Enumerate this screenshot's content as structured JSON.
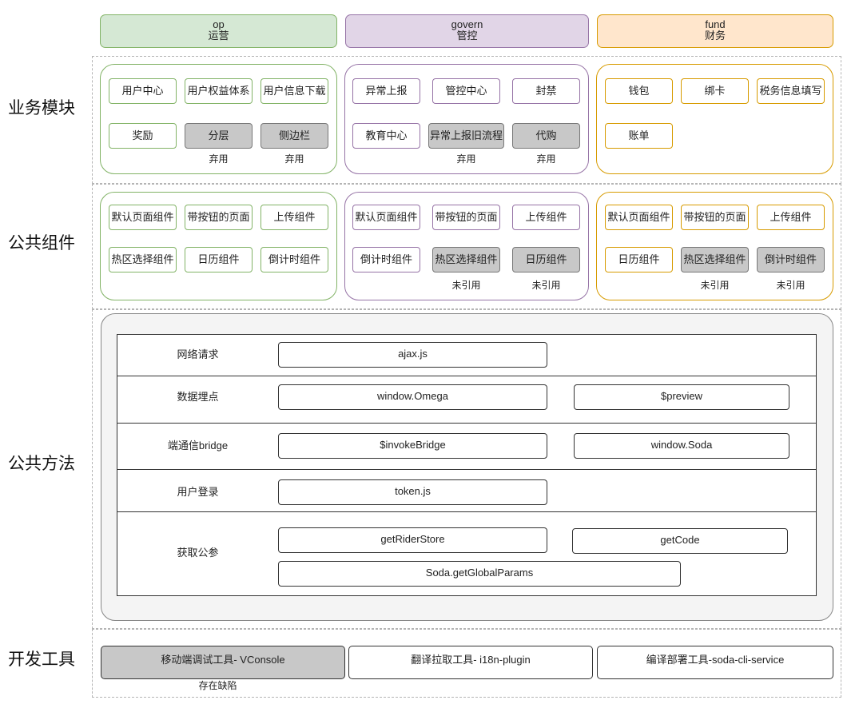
{
  "headers": [
    {
      "en": "op",
      "zh": "运营"
    },
    {
      "en": "govern",
      "zh": "管控"
    },
    {
      "en": "fund",
      "zh": "财务"
    }
  ],
  "row_labels": [
    "业务模块",
    "公共组件",
    "公共方法",
    "开发工具"
  ],
  "business": {
    "op": [
      "用户中心",
      "用户权益体系",
      "用户信息下载",
      "奖励",
      "分层",
      "侧边栏"
    ],
    "govern": [
      "异常上报",
      "管控中心",
      "封禁",
      "教育中心",
      "异常上报旧流程",
      "代购"
    ],
    "fund": [
      "钱包",
      "绑卡",
      "税务信息填写",
      "账单"
    ]
  },
  "components": {
    "op": [
      "默认页面组件",
      "带按钮的页面",
      "上传组件",
      "热区选择组件",
      "日历组件",
      "倒计时组件"
    ],
    "govern": [
      "默认页面组件",
      "带按钮的页面",
      "上传组件",
      "倒计时组件",
      "热区选择组件",
      "日历组件"
    ],
    "fund": [
      "默认页面组件",
      "带按钮的页面",
      "上传组件",
      "日历组件",
      "热区选择组件",
      "倒计时组件"
    ]
  },
  "notes": {
    "deprecated": "弃用",
    "unreferenced": "未引用",
    "defect": "存在缺陷"
  },
  "methods": [
    {
      "label": "网络请求",
      "items": [
        "ajax.js"
      ]
    },
    {
      "label": "数据埋点",
      "items": [
        "window.Omega",
        "$preview"
      ]
    },
    {
      "label": "端通信bridge",
      "items": [
        "$invokeBridge",
        "window.Soda"
      ]
    },
    {
      "label": "用户登录",
      "items": [
        "token.js"
      ]
    },
    {
      "label": "获取公参",
      "items": [
        "getRiderStore",
        "getCode",
        "Soda.getGlobalParams"
      ]
    }
  ],
  "tools": [
    "移动端调试工具- VConsole",
    "翻译拉取工具- i18n-plugin",
    "编译部署工具-soda-cli-service"
  ],
  "colors": {
    "op_fill": "#d5e8d4",
    "op_border": "#82b366",
    "govern_fill": "#e1d5e7",
    "govern_border": "#9673a6",
    "fund_fill": "#ffe6cc",
    "fund_border": "#d79b00",
    "disabled": "#c8c8c8"
  }
}
